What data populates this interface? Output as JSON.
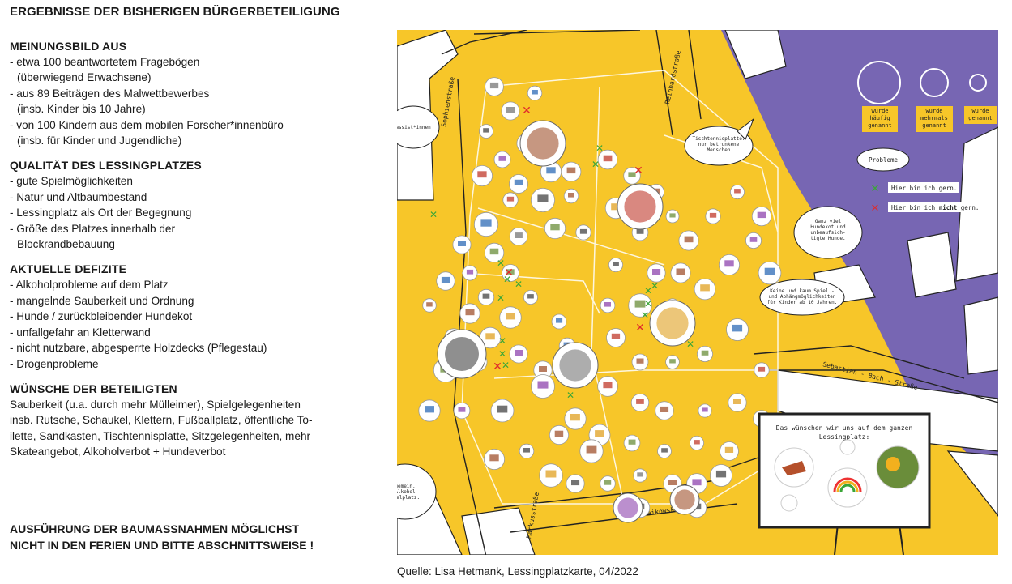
{
  "header": {
    "title": "ERGEBNISSE DER BISHERIGEN BÜRGERBETEILIGUNG"
  },
  "sections": [
    {
      "heading": "MEINUNGSBILD AUS",
      "items": [
        {
          "text": "- etwa 100 beantwortetem Fragebögen",
          "sub": false
        },
        {
          "text": "(überwiegend Erwachsene)",
          "sub": true
        },
        {
          "text": "- aus 89 Beiträgen des Malwettbewerbes",
          "sub": false
        },
        {
          "text": "(insb. Kinder bis 10 Jahre)",
          "sub": true
        },
        {
          "text": "- von 100 Kindern aus dem mobilen Forscher*innenbüro",
          "sub": false
        },
        {
          "text": "(insb. für Kinder und Jugendliche)",
          "sub": true
        }
      ]
    },
    {
      "heading": "QUALITÄT DES LESSINGPLATZES",
      "items": [
        {
          "text": "- gute Spielmöglichkeiten",
          "sub": false
        },
        {
          "text": "- Natur und Altbaumbestand",
          "sub": false
        },
        {
          "text": "- Lessingplatz als Ort der Begegnung",
          "sub": false
        },
        {
          "text": "- Größe des Platzes innerhalb der",
          "sub": false
        },
        {
          "text": "Blockrandbebauung",
          "sub": true
        }
      ]
    },
    {
      "heading": "AKTUELLE DEFIZITE",
      "items": [
        {
          "text": "- Alkoholprobleme auf dem Platz",
          "sub": false
        },
        {
          "text": "- mangelnde Sauberkeit und Ordnung",
          "sub": false
        },
        {
          "text": "- Hunde / zurückbleibender Hundekot",
          "sub": false
        },
        {
          "text": "- unfallgefahr an Kletterwand",
          "sub": false
        },
        {
          "text": "- nicht nutzbare, abgesperrte Holzdecks (Pflegestau)",
          "sub": false
        },
        {
          "text": "- Drogenprobleme",
          "sub": false
        }
      ]
    }
  ],
  "wishes": {
    "heading": "WÜNSCHE DER BETEILIGTEN",
    "lines": [
      "Sauberkeit (u.a. durch mehr Mülleimer), Spielgelegenheiten",
      "insb. Rutsche, Schaukel, Klettern, Fußballplatz, öffentliche To-",
      "ilette, Sandkasten, Tischtennisplatte, Sitzgelegenheiten, mehr",
      "Skateangebot, Alkoholverbot + Hundeverbot"
    ]
  },
  "final_note": {
    "lines": [
      "AUSFÜHRUNG DER BAUMASSNAHMEN MÖGLICHST",
      "NICHT IN DEN FERIEN UND BITTE ABSCHNITTSWEISE !"
    ]
  },
  "map": {
    "streets": {
      "sophienstrasse": "Sophienstraße",
      "reinhardstrasse": "Reinhardstraße",
      "tschaikowskistrasse": "Tschaikowskistraße",
      "markusstrasse": "Markusstraße",
      "bach_strasse": "Sebastian - Bach - Straße"
    },
    "legend": {
      "sizes": [
        "wurde häufig genannt",
        "wurde mehrmals genannt",
        "wurde genannt"
      ],
      "problems": "Probleme",
      "like": "Hier bin ich gern.",
      "dislike_prefix": "Hier bin ich ",
      "dislike_emph": "nicht",
      "dislike_suffix": " gern."
    },
    "bubbles": {
      "tischtennis": [
        "Tischtennisplatte:",
        "nur betrunkene",
        "Menschen"
      ],
      "hundekot": [
        "Ganz viel",
        "Hundekot und",
        "unbeaufsich-",
        "tigte Hunde."
      ],
      "spiel": [
        "Keine und kaum Spiel -",
        "und Abhängmöglichkeiten",
        "für Kinder ab 10 Jahren."
      ],
      "assist": [
        "assist*innen"
      ],
      "alkohol": [
        "gemein,",
        "Alkohol",
        "pielplatz."
      ]
    },
    "sign": {
      "line1": "Das wünschen wir uns auf dem ganzen",
      "line2": "Lessingplatz:"
    },
    "colors": {
      "yellow": "#f7c629",
      "purple": "#7766b3",
      "like": "#3aa637",
      "dislike": "#e02b2b"
    }
  },
  "caption": "Quelle: Lisa Hetmank, Lessingplatzkarte, 04/2022"
}
